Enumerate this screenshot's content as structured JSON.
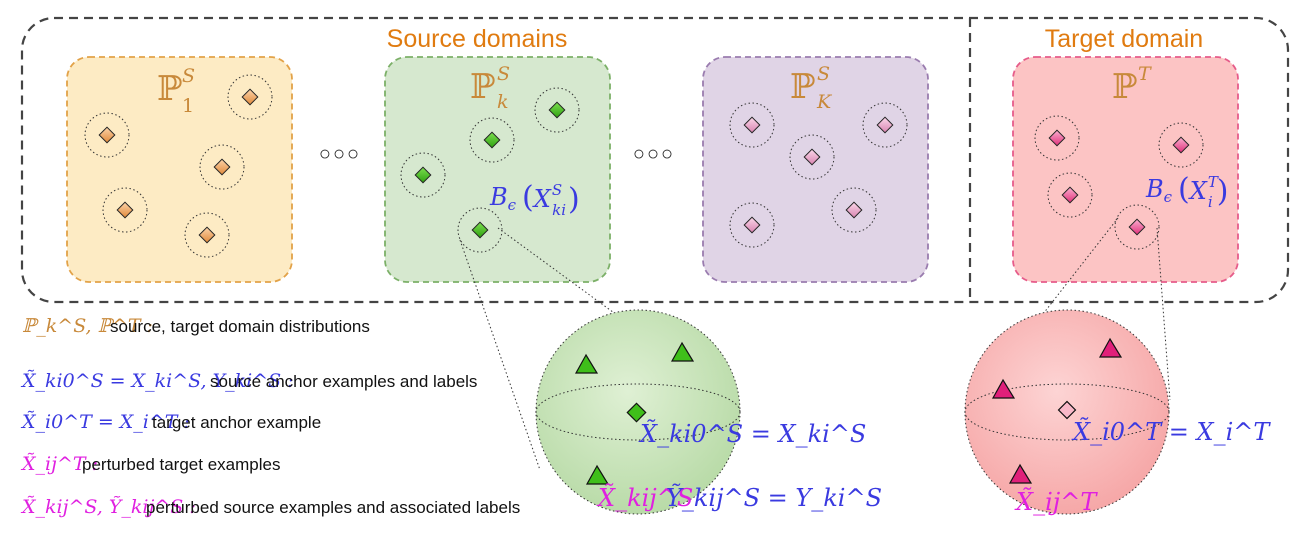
{
  "headings": {
    "source": "Source domains",
    "target": "Target domain"
  },
  "domain_boxes": {
    "box1": {
      "base": "ℙ",
      "sup": "S",
      "sub": "1"
    },
    "boxk": {
      "base": "ℙ",
      "sup": "S",
      "sub": "k"
    },
    "boxK": {
      "base": "ℙ",
      "sup": "S",
      "sub": "K"
    },
    "boxT": {
      "base": "ℙ",
      "sup": "T"
    }
  },
  "ellipsis": "○○○",
  "ball_labels": {
    "source": {
      "base": "B",
      "sub": "ϵ",
      "arg": "X",
      "arg_sup": "S",
      "arg_sub": "ki"
    },
    "target": {
      "base": "B",
      "sub": "ϵ",
      "arg": "X",
      "arg_sup": "T",
      "arg_sub": "i"
    }
  },
  "legend": [
    {
      "math": "ℙ_k^S, ℙ^T :",
      "text": "source, target domain distributions",
      "color": "#c8893a"
    },
    {
      "math": "X̃_ki0^S = X_ki^S, Y_ki^S :",
      "text": "source anchor examples and labels",
      "color": "#3a3ae0"
    },
    {
      "math": "X̃_i0^T = X_i^T :",
      "text": "target anchor example",
      "color": "#3a3ae0"
    },
    {
      "math": "X̃_ij^T :",
      "text": "perturbed target examples",
      "color": "#e020e0"
    },
    {
      "math": "X̃_kij^S, Ỹ_kij^S :",
      "text": "perturbed source examples and associated labels",
      "color": "#e020e0"
    }
  ],
  "sphere_labels": {
    "source_anchor": "X̃_ki0^S = X_ki^S",
    "source_perturbed": "X̃_kij^S",
    "source_label": "Ỹ_kij^S = Y_ki^S",
    "target_anchor": "X̃_i0^T = X_i^T",
    "target_perturbed": "X̃_ij^T"
  },
  "colors": {
    "orange_text": "#e07b10",
    "blue_text": "#3a3ae0",
    "magenta_text": "#e020e0",
    "box1_fill": "#fdebc4",
    "boxk_fill": "#d6e8cf",
    "boxK_fill": "#e0d4e6",
    "boxT_fill": "#fcc4c4",
    "green_marker": "#3fbf1a",
    "pink_marker": "#e0207a"
  }
}
